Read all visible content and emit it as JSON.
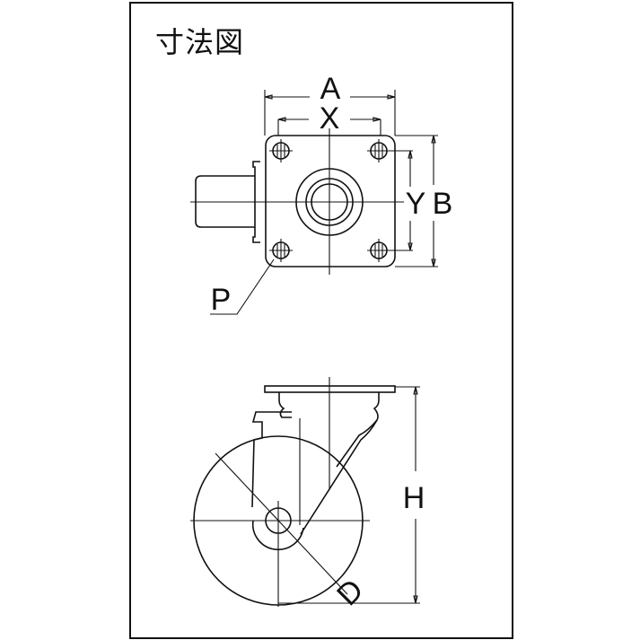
{
  "title": "寸法図",
  "labels": {
    "A": "A",
    "X": "X",
    "Y": "Y",
    "B": "B",
    "P": "P",
    "H": "H",
    "D": "D"
  }
}
